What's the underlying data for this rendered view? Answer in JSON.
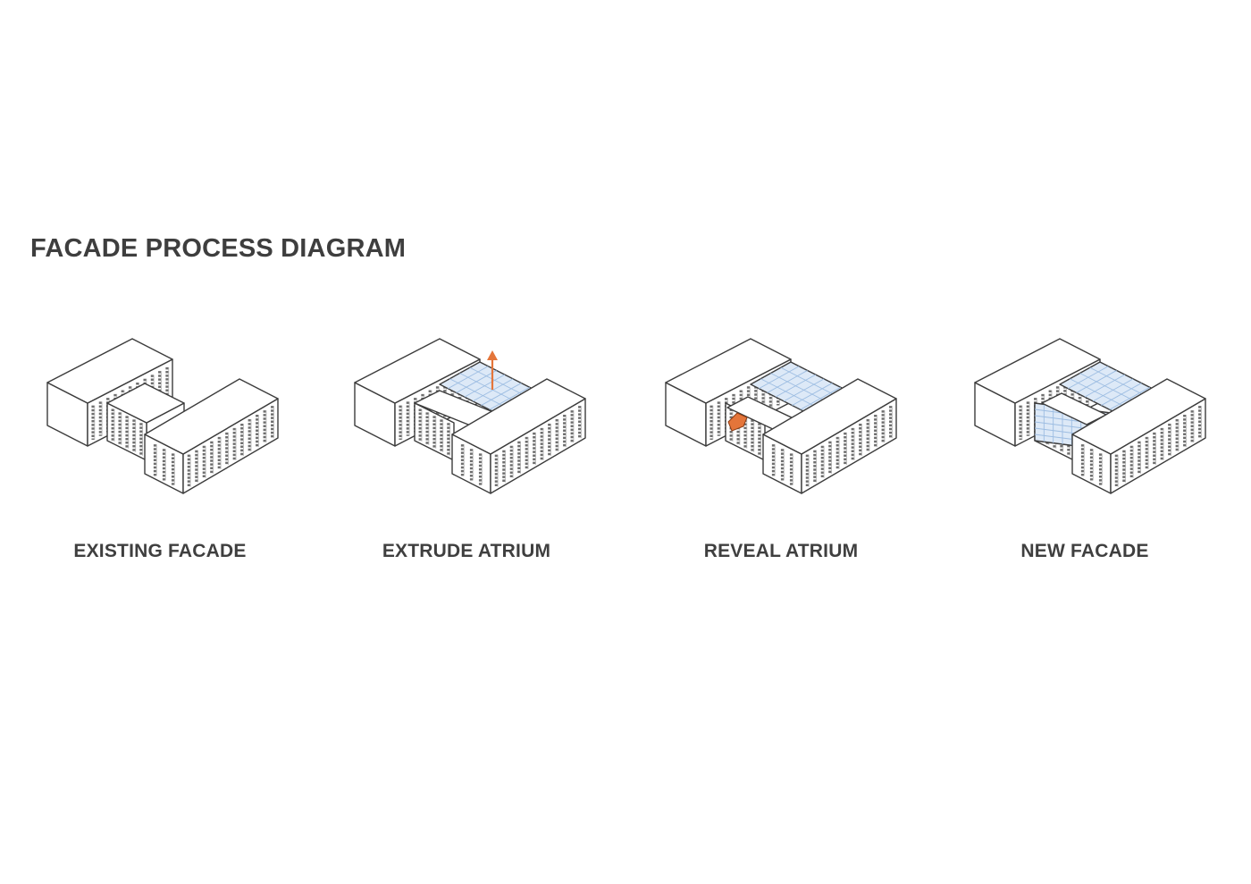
{
  "title": "FACADE PROCESS DIAGRAM",
  "colors": {
    "text": "#3e3e3e",
    "line": "#3c3c3c",
    "glass_fill": "#dde9f7",
    "glass_grid": "#9dbde2",
    "accent": "#e4753a"
  },
  "steps": [
    {
      "label": "EXISTING FACADE",
      "atrium": "none",
      "arrow-icon": false,
      "panel-icon": false
    },
    {
      "label": "EXTRUDE ATRIUM",
      "atrium": "roof",
      "arrow-icon": true,
      "panel-icon": false
    },
    {
      "label": "REVEAL ATRIUM",
      "atrium": "partial",
      "arrow-icon": false,
      "panel-icon": true
    },
    {
      "label": "NEW FACADE",
      "atrium": "full",
      "arrow-icon": false,
      "panel-icon": false
    }
  ]
}
